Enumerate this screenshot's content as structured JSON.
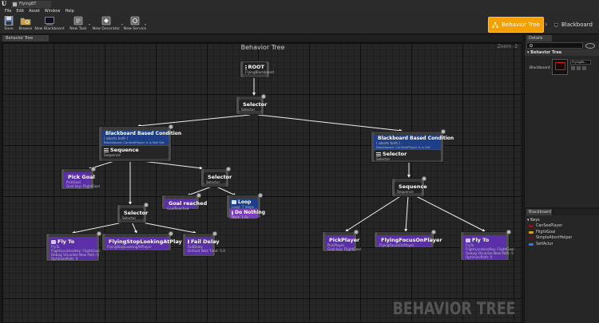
{
  "window": {
    "doc_tab": "FlyingBT",
    "logo": "U"
  },
  "menu": {
    "items": [
      "File",
      "Edit",
      "Asset",
      "Window",
      "Help"
    ]
  },
  "toolbar": {
    "buttons": [
      {
        "label": "Save",
        "icon": "save-icon"
      },
      {
        "label": "Browse",
        "icon": "browse-icon"
      },
      {
        "label": "New Blackboard",
        "icon": "new-blackboard-icon"
      },
      {
        "label": "New Task",
        "icon": "new-task-icon"
      },
      {
        "label": "New Decorator",
        "icon": "new-decorator-icon"
      },
      {
        "label": "New Service",
        "icon": "new-service-icon"
      }
    ],
    "modes": [
      {
        "label": "Behavior Tree",
        "active": true
      },
      {
        "label": "Blackboard",
        "active": false
      }
    ]
  },
  "graph": {
    "tab_label": "Behavior Tree",
    "title": "Behavior Tree",
    "zoom": "Zoom -3",
    "watermark": "BEHAVIOR TREE",
    "nodes": {
      "root": {
        "title": "ROOT",
        "sub": "FlyingBlackboard"
      },
      "selector_top": {
        "title": "Selector",
        "sub": "Selector"
      },
      "left_branch": {
        "decorator_title": "Blackboard Based Condition",
        "decorator_sub1": "( aborts both )",
        "decorator_sub2": "Blackboard: CanSeePlayer is is Not Set",
        "title": "Sequence",
        "sub": "Sequence"
      },
      "pick_goal": {
        "title": "Pick Goal",
        "sub1": "PickGoal",
        "sub2": "Goal key: FlightGoal"
      },
      "selector_mid": {
        "title": "Selector",
        "sub": "Selector"
      },
      "goal_reached": {
        "title": "Goal reached",
        "sub": "GoalReached"
      },
      "loop_node": {
        "loop_title": "Loop",
        "loop_sub": "Loop: 7 loops",
        "service_title": "Do Nothing",
        "service_sub": "Wait: 1.0s"
      },
      "selector_low": {
        "title": "Selector",
        "sub": "Selector"
      },
      "fly_to_left": {
        "title": "Fly To",
        "sub1": "FlyTo",
        "sub2": "FlightLocationKey: FlightGoal",
        "sub3": "Debug Visualize New Path: 0",
        "sub4": "OptimizePath: 0"
      },
      "flying_stop": {
        "title": "FlyingStopLookingAtPlayer",
        "sub": "FlyingStopLookingAtPlayer"
      },
      "fail_delay": {
        "title": "Fail Delay",
        "sub1": "FailDelay",
        "sub2": "Default Wait Time: 5.0"
      },
      "right_branch": {
        "decorator_title": "Blackboard Based Condition",
        "decorator_sub1": "( aborts both )",
        "decorator_sub2": "Blackboard: CanSeePlayer is is Set",
        "title": "Selector",
        "sub": "Selector"
      },
      "sequence_right": {
        "title": "Sequence",
        "sub": "Sequence"
      },
      "pick_player": {
        "title": "PickPlayer",
        "sub1": "PickPlayer",
        "sub2": "Goal key: FlightGoal"
      },
      "flying_focus": {
        "title": "FlyingFocusOnPlayer",
        "sub": "FlyingFocusOnPlayer"
      },
      "fly_to_right": {
        "title": "Fly To",
        "sub1": "FlyTo",
        "sub2": "FlightLocationKey: FlightGoal",
        "sub3": "Debug Visualize New Path: 0",
        "sub4": "OptimizePath: 0"
      }
    }
  },
  "details": {
    "tab_label": "Details",
    "section": "Behavior Tree",
    "blackboard_label": "Blackboard",
    "blackboard_value": "FlyingBl..."
  },
  "blackboard_panel": {
    "tab_label": "Blackboard",
    "keys_header": "Keys",
    "keys": [
      {
        "name": "CanSeePlayer",
        "color": "#8a1a1a"
      },
      {
        "name": "FlightGoal",
        "color": "#d4a017"
      },
      {
        "name": "SimpleAbortHelper",
        "color": "#6a1010"
      },
      {
        "name": "SelfActor",
        "color": "#2a7ae2"
      }
    ]
  },
  "colors": {
    "task": "#5a2fa8",
    "decorator": "#1d3f8a",
    "service": "#7a3fb8",
    "active_mode": "#f5a000"
  }
}
